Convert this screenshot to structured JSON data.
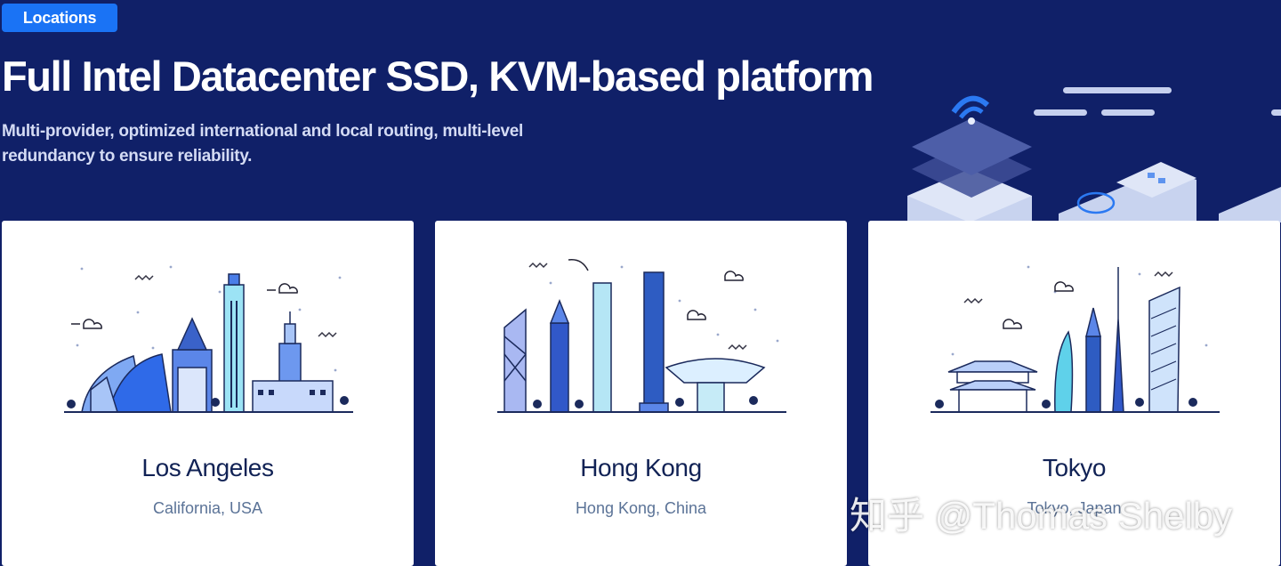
{
  "header": {
    "badge": "Locations",
    "title": "Full Intel Datacenter SSD, KVM-based platform",
    "subtitle": "Multi-provider, optimized international and local routing, multi-level redundancy to ensure reliability."
  },
  "colors": {
    "background": "#102068",
    "accent": "#1a73f5",
    "card": "#ffffff",
    "city_text": "#112255",
    "region_text": "#5b7397"
  },
  "locations": [
    {
      "city": "Los Angeles",
      "region": "California, USA",
      "illustration": "los-angeles-skyline-icon"
    },
    {
      "city": "Hong Kong",
      "region": "Hong Kong, China",
      "illustration": "hong-kong-skyline-icon"
    },
    {
      "city": "Tokyo",
      "region": "Tokyo, Japan",
      "illustration": "tokyo-skyline-icon"
    }
  ],
  "watermark": "知乎 @Thomas Shelby"
}
